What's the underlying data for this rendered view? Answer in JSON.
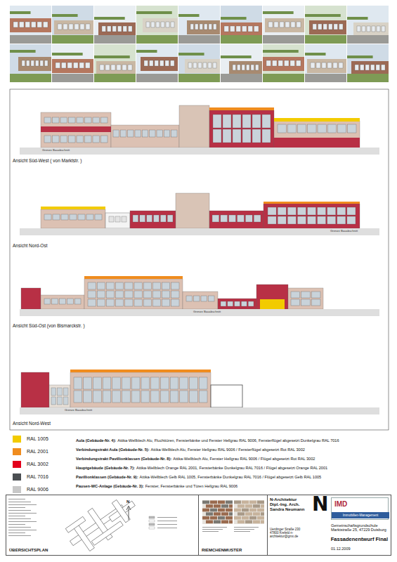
{
  "diagram": {
    "nodes": [
      {
        "text": [
          "ÜBERSICHTSPLAN"
        ]
      },
      {
        "text": [
          "RIEMCHENMUSTER"
        ]
      },
      {
        "text": [
          "N-Architektur Dipl.-Ing. Arch. Sandra Neumann",
          "Uerdinger Straße 230 47800 Krefeld n-architektur@gmx.de",
          "Gemeinschaftsgrundschule Marktstraße 25, 47229 Duisburg",
          "Fassadenentwurf Final",
          "01.12.2009"
        ]
      },
      {
        "text": [
          "IMD",
          "Immobilien-Management"
        ],
        "in": 2
      }
    ],
    "labels": [
      "Ansicht Süd-West ( von Marktstr. )",
      "Grenze Bauabschnitt",
      "Grenze Bauabschnitt",
      "Ansicht Nord-Ost",
      "Grenze Bauabschnitt",
      "Ansicht Süd-Ost (von Bismarckstr. )",
      "Grenze Bauabschnitt",
      "Ansicht Nord-West",
      "Aula (Gebäude-Nr. 4):",
      "Attika-Wellblech Alu, Fluchttüren, Fensterbänke und Fenster Hellgrau RAL 9006, Fensterflügel abgesetzt Dunkelgrau RAL 7016",
      "Verbindungstrakt Aula (Gebäude-Nr. 5):",
      "Attika-Wellblech Alu, Fenster Hellgrau RAL 9006 / Fensterflügel abgesetzt Rot RAL 3002",
      "Verbindungstrakt Pavillionklassen (Gebäude-Nr. 8):",
      "Attika-Wellblech Alu, Fenster Hellgrau RAL 9006 / Flügel abgesetzt Rot RAL 3002",
      "Hauptgebäude (Gebäude-Nr. 7):",
      "Attika-Wellblech Orange RAL 2001, Fensterbänke Dunkelgrau RAL 7016 / Flügel abgesetzt Orange RAL 2001",
      "Pavillionklassen (Gebäude-Nr. 9):",
      "Attika-Wellblech Gelb RAL 1005, Fensterbänke Dunkelgrau RAL 7016 / Flügel abgesetzt Gelb RAL 1005",
      "Pausen-WC-Anlage (Gebäude-Nr. 3):",
      "Fenster, Fensterbänke und Türen Hellgrau RAL 9006",
      "N",
      "N"
    ],
    "legend": [
      {
        "text": "RAL 1005",
        "color": "#F2CB00"
      },
      {
        "text": "RAL 2001",
        "color": "#F08C1E"
      },
      {
        "text": "RAL 3002",
        "color": "#E3001B"
      },
      {
        "text": "RAL 7016",
        "color": "#4B4F52"
      },
      {
        "text": "RAL 9006",
        "color": "#C8C8C8"
      }
    ]
  }
}
